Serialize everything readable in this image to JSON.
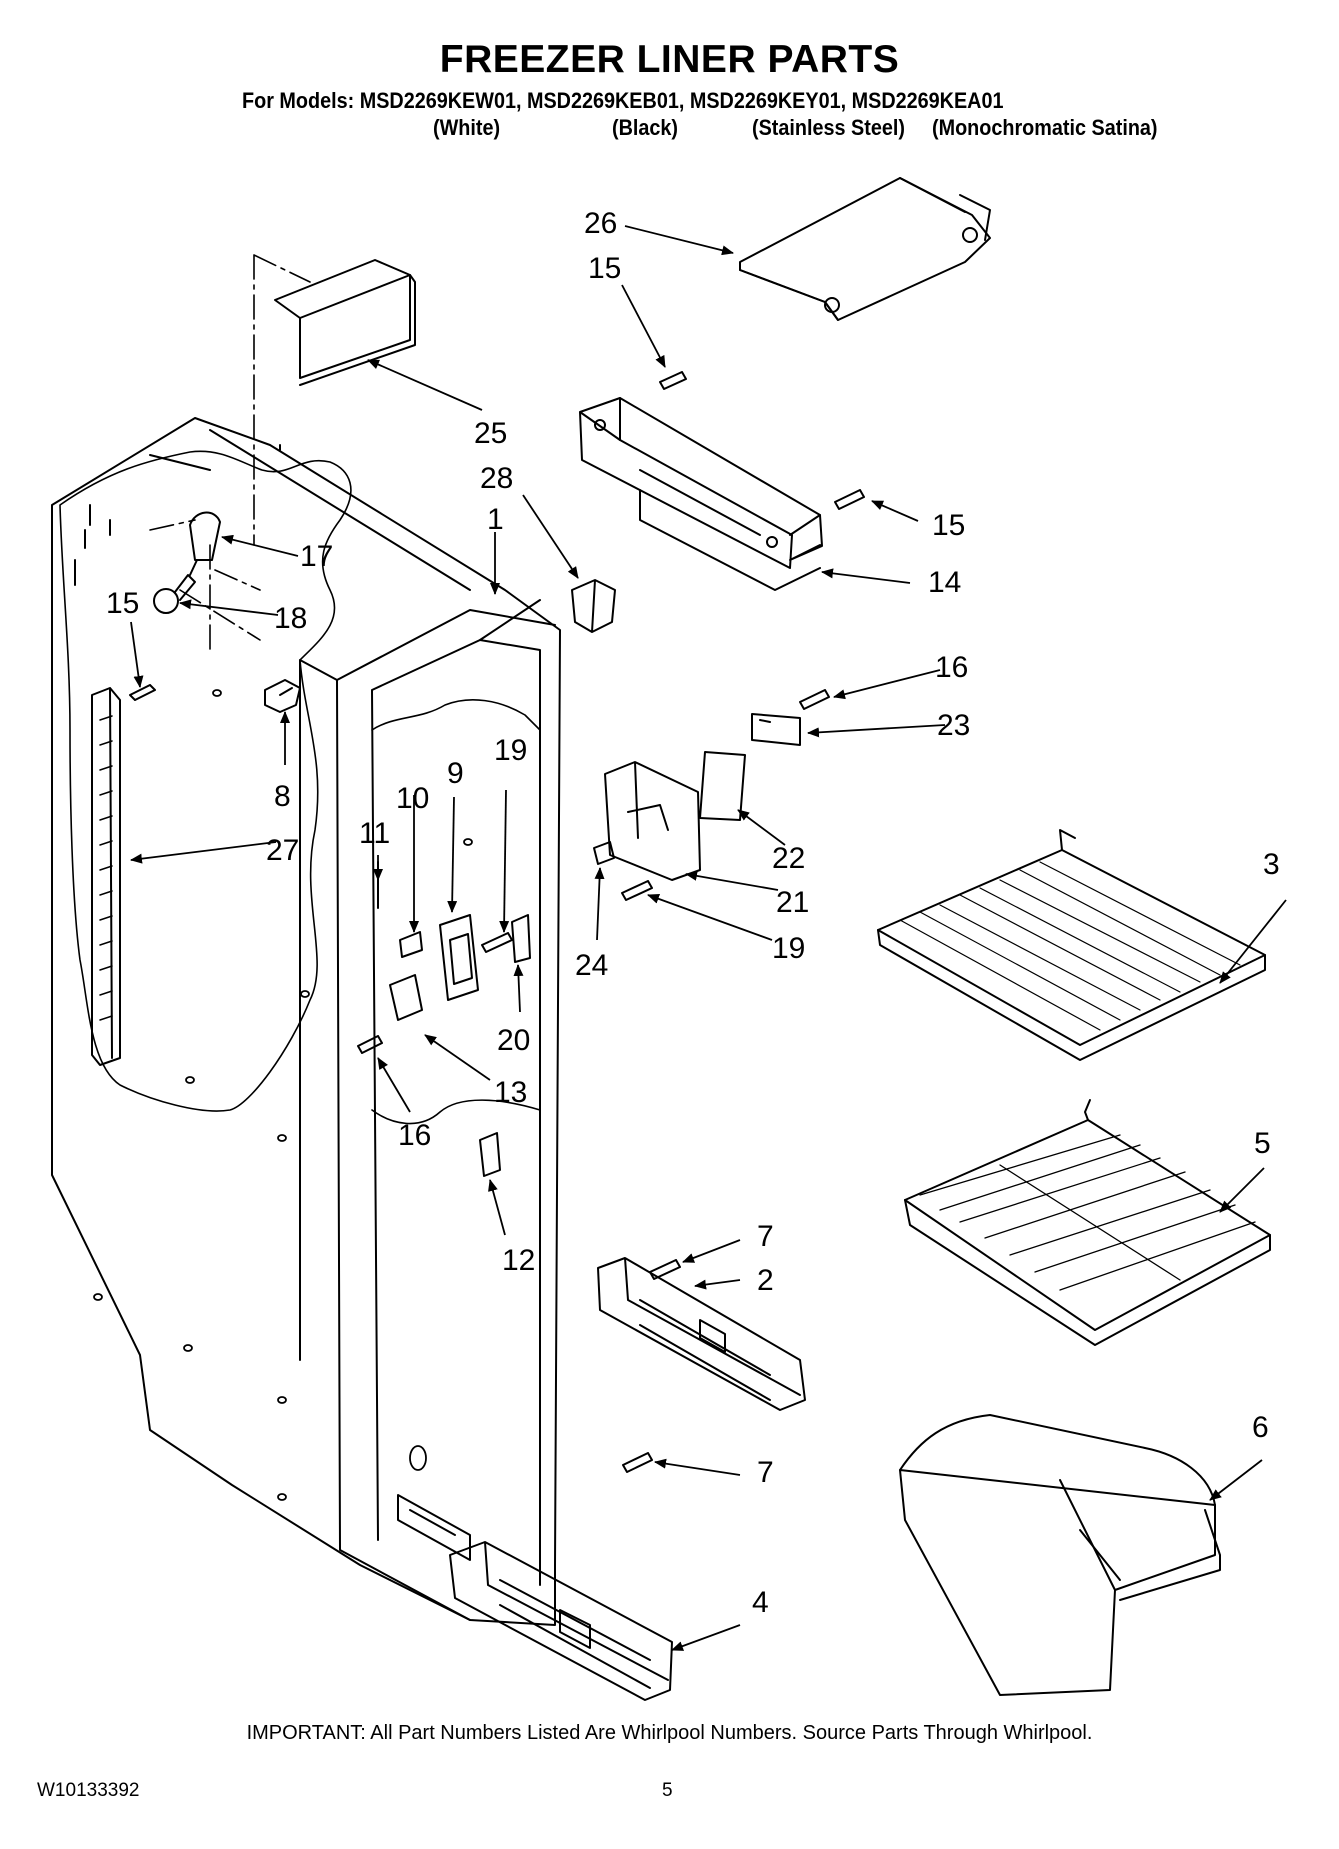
{
  "header": {
    "title": "FREEZER LINER PARTS",
    "models_line": "For Models: MSD2269KEW01, MSD2269KEB01, MSD2269KEY01, MSD2269KEA01",
    "variants": [
      "(White)",
      "(Black)",
      "(Stainless Steel)",
      "(Monochromatic Satina)"
    ]
  },
  "callouts": [
    {
      "id": "c26",
      "text": "26"
    },
    {
      "id": "c15a",
      "text": "15"
    },
    {
      "id": "c25",
      "text": "25"
    },
    {
      "id": "c28",
      "text": "28"
    },
    {
      "id": "c1",
      "text": "1"
    },
    {
      "id": "c15b",
      "text": "15"
    },
    {
      "id": "c14",
      "text": "14"
    },
    {
      "id": "c17",
      "text": "17"
    },
    {
      "id": "c18",
      "text": "18"
    },
    {
      "id": "c15c",
      "text": "15"
    },
    {
      "id": "c16a",
      "text": "16"
    },
    {
      "id": "c23",
      "text": "23"
    },
    {
      "id": "c8",
      "text": "8"
    },
    {
      "id": "c27",
      "text": "27"
    },
    {
      "id": "c11",
      "text": "11"
    },
    {
      "id": "c10",
      "text": "10"
    },
    {
      "id": "c9",
      "text": "9"
    },
    {
      "id": "c19a",
      "text": "19"
    },
    {
      "id": "c22",
      "text": "22"
    },
    {
      "id": "c3",
      "text": "3"
    },
    {
      "id": "c21",
      "text": "21"
    },
    {
      "id": "c19b",
      "text": "19"
    },
    {
      "id": "c24",
      "text": "24"
    },
    {
      "id": "c20",
      "text": "20"
    },
    {
      "id": "c13",
      "text": "13"
    },
    {
      "id": "c16b",
      "text": "16"
    },
    {
      "id": "c5",
      "text": "5"
    },
    {
      "id": "c12",
      "text": "12"
    },
    {
      "id": "c7a",
      "text": "7"
    },
    {
      "id": "c2",
      "text": "2"
    },
    {
      "id": "c6",
      "text": "6"
    },
    {
      "id": "c7b",
      "text": "7"
    },
    {
      "id": "c4",
      "text": "4"
    }
  ],
  "footer": {
    "notice": "IMPORTANT: All Part Numbers Listed Are Whirlpool Numbers. Source Parts Through Whirlpool.",
    "doc_id": "W10133392",
    "page_number": "5"
  }
}
